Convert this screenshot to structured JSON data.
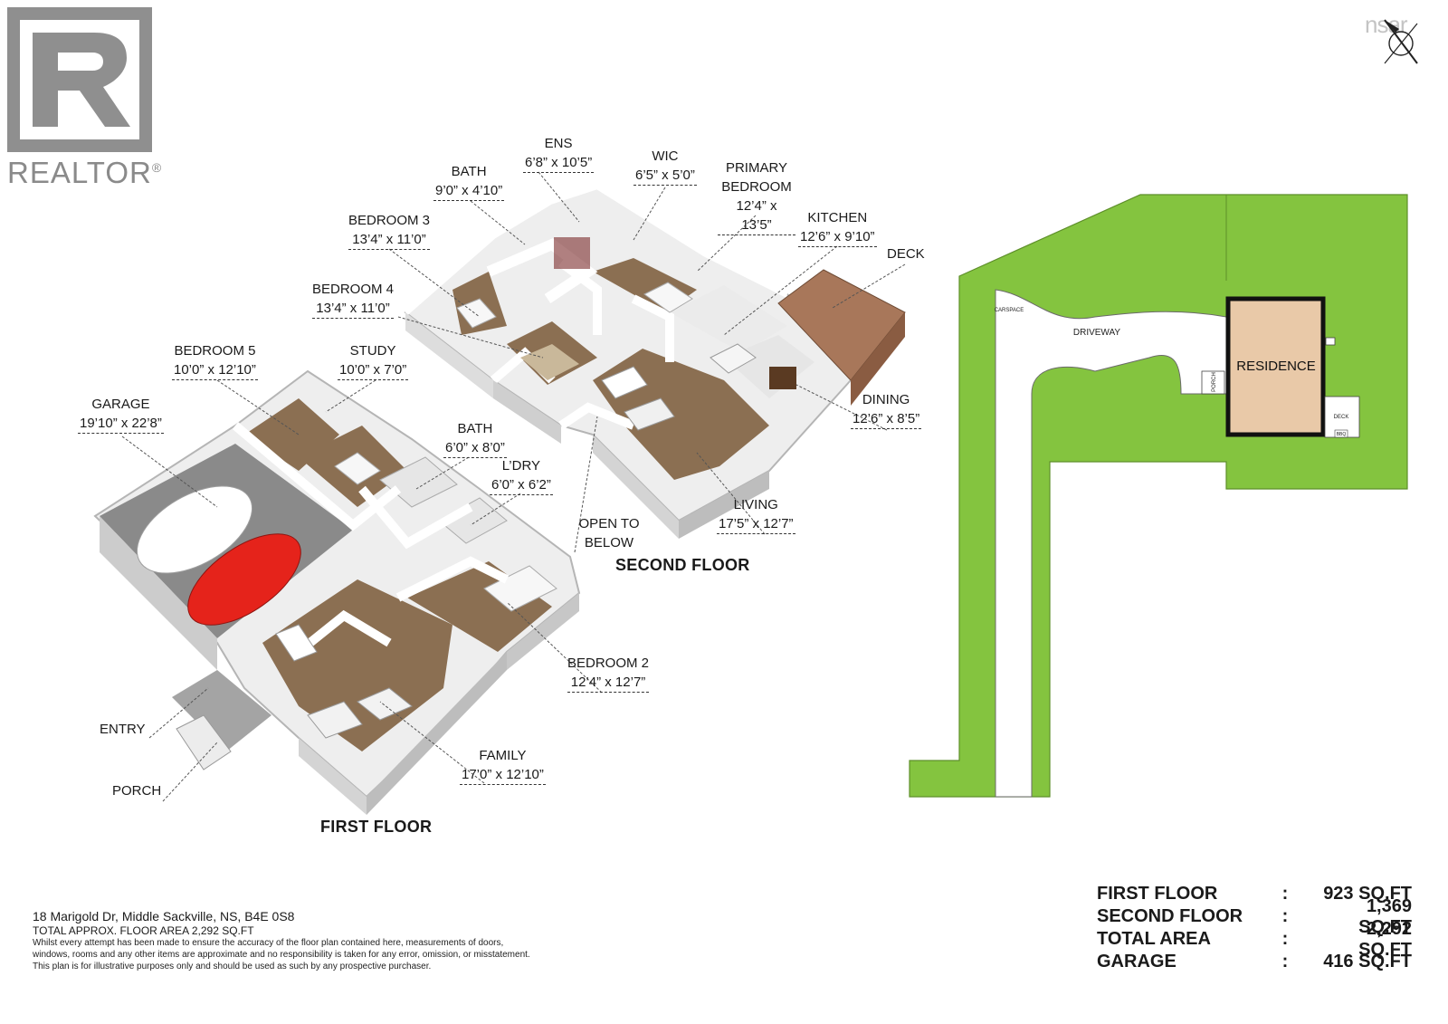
{
  "brand": {
    "logo_letter": "R",
    "logo_text": "REALTOR",
    "logo_mark": "®",
    "nsar_text": "nsar",
    "compass_label": "N"
  },
  "rooms_second": [
    {
      "name": "ENS",
      "dims": "6’8” x 10’5”"
    },
    {
      "name": "WIC",
      "dims": "6’5” x 5’0”"
    },
    {
      "name": "BATH",
      "dims": "9’0” x 4’10”"
    },
    {
      "name": "PRIMARY BEDROOM",
      "dims": "12’4” x 13’5”"
    },
    {
      "name": "BEDROOM 3",
      "dims": "13’4” x 11’0”"
    },
    {
      "name": "KITCHEN",
      "dims": "12’6” x 9’10”"
    },
    {
      "name": "DECK",
      "dims": ""
    },
    {
      "name": "BEDROOM 4",
      "dims": "13’4” x 11’0”"
    },
    {
      "name": "DINING",
      "dims": "12’6” x 8’5”"
    },
    {
      "name": "LIVING",
      "dims": "17’5” x 12’7”"
    },
    {
      "name": "OPEN TO BELOW",
      "dims": ""
    }
  ],
  "rooms_first": [
    {
      "name": "BEDROOM 5",
      "dims": "10’0” x 12’10”"
    },
    {
      "name": "STUDY",
      "dims": "10’0” x 7’0”"
    },
    {
      "name": "GARAGE",
      "dims": "19’10” x 22’8”"
    },
    {
      "name": "BATH",
      "dims": "6’0” x 8’0”"
    },
    {
      "name": "L’DRY",
      "dims": "6’0” x 6’2”"
    },
    {
      "name": "BEDROOM 2",
      "dims": "12’4” x 12’7”"
    },
    {
      "name": "ENTRY",
      "dims": ""
    },
    {
      "name": "FAMILY",
      "dims": "17’0” x 12’10”"
    },
    {
      "name": "PORCH",
      "dims": ""
    }
  ],
  "floor_titles": {
    "second": "SECOND FLOOR",
    "first": "FIRST FLOOR"
  },
  "site_plan": {
    "residence": "RESIDENCE",
    "driveway": "DRIVEWAY",
    "carspace": "CARSPACE",
    "porch": "PORCH",
    "deck": "DECK",
    "bbq": "BBQ"
  },
  "address": {
    "line1": "18 Marigold Dr, Middle Sackville, NS, B4E 0S8",
    "line2": "TOTAL APPROX. FLOOR AREA 2,292 SQ.FT",
    "disclaimer1": "Whilst every attempt has been made to ensure the accuracy of the floor plan contained here, measurements of doors,",
    "disclaimer2": "windows, rooms and any other items are approximate and no responsibility is taken for any error, omission, or misstatement.",
    "disclaimer3": "This plan is for illustrative purposes only and should be used as such by any prospective purchaser."
  },
  "areas": [
    {
      "name": "FIRST FLOOR",
      "sep": ":",
      "value": "923 SQ.FT"
    },
    {
      "name": "SECOND FLOOR",
      "sep": ":",
      "value": "1,369 SQ.FT"
    },
    {
      "name": "TOTAL AREA",
      "sep": ":",
      "value": "2,292 SQ.FT"
    },
    {
      "name": "GARAGE",
      "sep": ":",
      "value": "416 SQ.FT"
    }
  ],
  "colors": {
    "lawn": "#84c43f",
    "residence": "#e9c9a8",
    "floor_wood": "#8b6f52",
    "wall": "#f2f2f2",
    "garage_floor": "#8a8a8a",
    "deck_wood": "#a8775a"
  }
}
